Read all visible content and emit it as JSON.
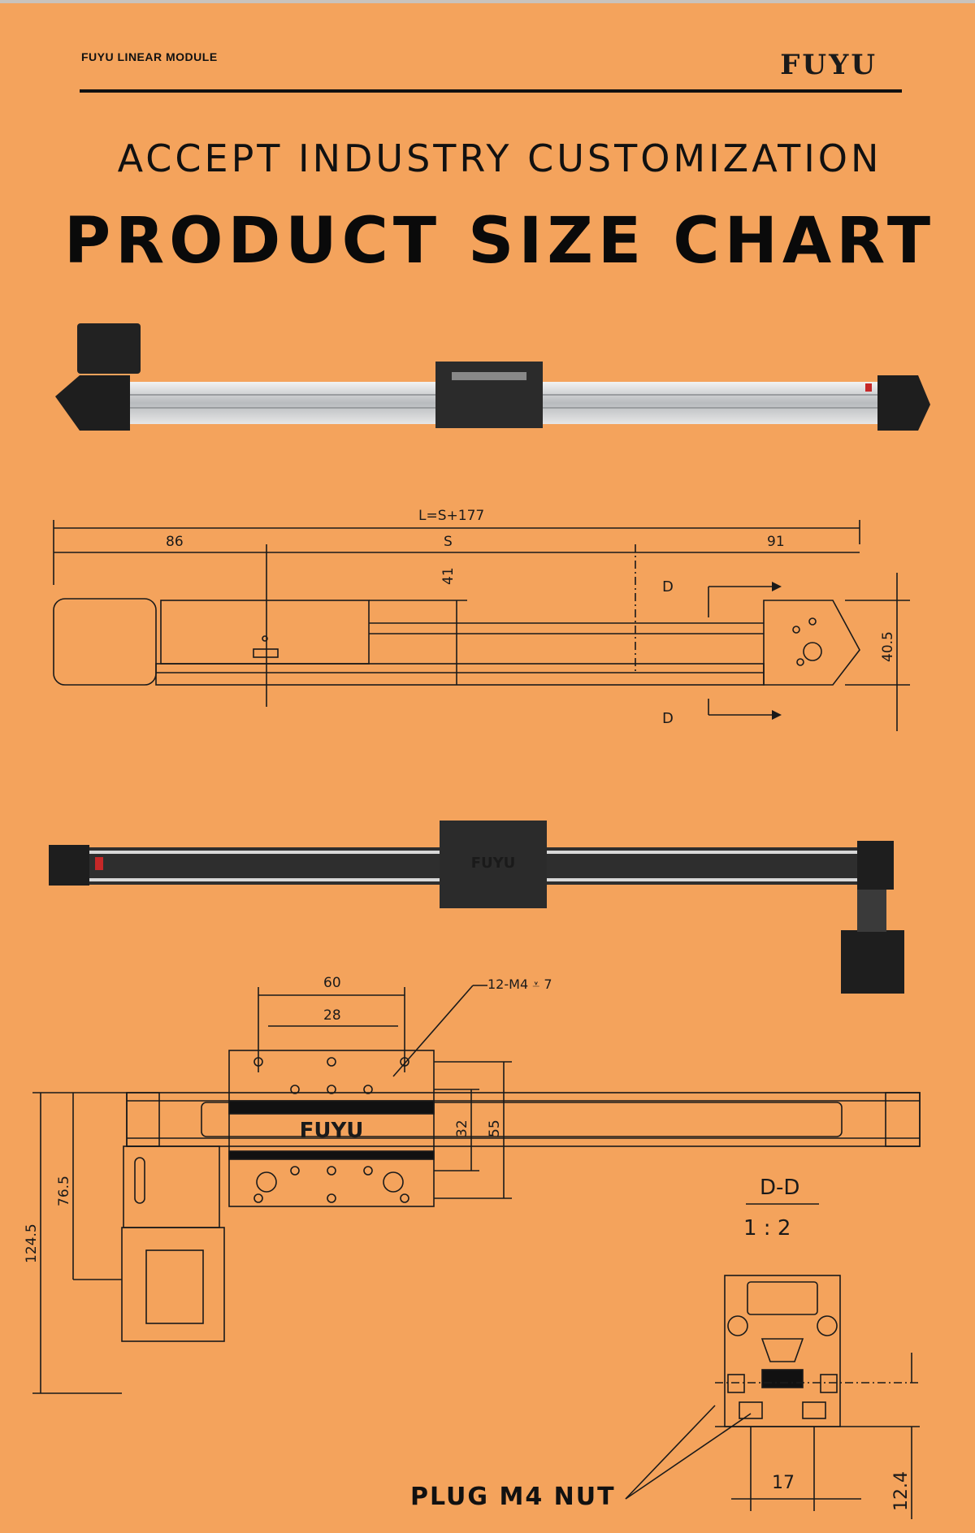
{
  "header": {
    "brand_text": "FUYU LINEAR MODULE",
    "logo": "FUYU",
    "subtitle": "ACCEPT INDUSTRY CUSTOMIZATION",
    "title": "PRODUCT SIZE CHART"
  },
  "product": {
    "carriage_brand": "FUYU"
  },
  "side_view": {
    "overall_length": "L=S+177",
    "motor_end": "86",
    "stroke": "S",
    "idler_end": "91",
    "carriage_height": "41",
    "body_height": "40.5",
    "section_mark": "D"
  },
  "top_view": {
    "hole_span": "60",
    "inner_hole_span": "28",
    "hole_callout": "12-M4 ⩡ 7",
    "slot_width": "32",
    "carriage_width": "55",
    "motor_offset": "76.5",
    "total_height": "124.5"
  },
  "section_view": {
    "label": "D-D",
    "scale": "1 : 2",
    "slot_offset": "17",
    "slot_height": "12.4"
  },
  "caption": "PLUG M4 NUT",
  "colors": {
    "background": "#F4A35C",
    "ink": "#111111",
    "rail": "#C8CACC",
    "carriage": "#2B2B2B"
  }
}
